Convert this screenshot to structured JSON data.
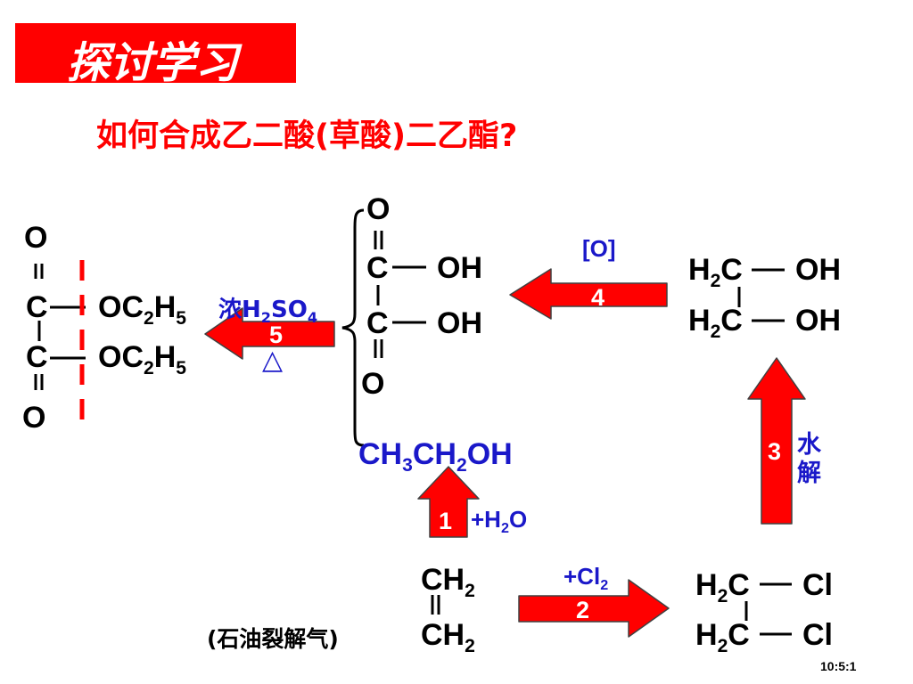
{
  "slide": {
    "badge": "探讨学习",
    "question": "如何合成乙二酸(草酸)二乙酯?",
    "ratio": "10:5:1"
  },
  "ester": {
    "o_top": "O",
    "c_top": "C",
    "group_top": "OC<sub>2</sub>H<sub>5</sub>",
    "c_bottom": "C",
    "group_bottom": "OC<sub>2</sub>H<sub>5</sub>",
    "o_bottom": "O"
  },
  "oxalic_acid": {
    "o_top": "O",
    "c_top": "C",
    "oh_top": "OH",
    "c_bottom": "C",
    "oh_bottom": "OH",
    "o_bottom": "O"
  },
  "ethanol": {
    "formula": "CH<sub>3</sub>CH<sub>2</sub>OH"
  },
  "ethylene_glycol": {
    "top": "H<sub>2</sub>C",
    "oh_top": "OH",
    "bottom": "H<sub>2</sub>C",
    "oh_bottom": "OH"
  },
  "dichloroethane": {
    "top": "H<sub>2</sub>C",
    "cl_top": "Cl",
    "bottom": "H<sub>2</sub>C",
    "cl_bottom": "Cl"
  },
  "ethylene": {
    "top": "CH<sub>2</sub>",
    "bottom": "CH<sub>2</sub>",
    "source": "(石油裂解气)"
  },
  "steps": [
    {
      "number": "1",
      "reagent": "+H<sub>2</sub>O"
    },
    {
      "number": "2",
      "reagent": "+Cl<sub>2</sub>"
    },
    {
      "number": "3",
      "reagent": "水解"
    },
    {
      "number": "4",
      "reagent": "[O]"
    },
    {
      "number": "5",
      "reagent": "浓H<sub>2</sub>SO<sub>4</sub>",
      "condition": "△"
    }
  ],
  "colors": {
    "accent_red": "#ff0000",
    "reagent_blue": "#1a18c9",
    "text_black": "#000000"
  }
}
